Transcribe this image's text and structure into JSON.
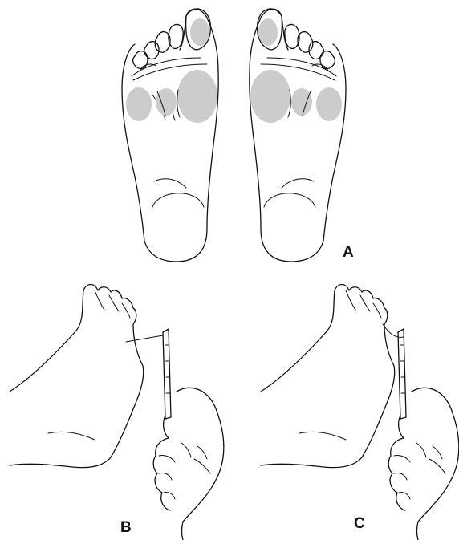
{
  "figure": {
    "panels": [
      {
        "id": "A",
        "label": "A"
      },
      {
        "id": "B",
        "label": "B"
      },
      {
        "id": "C",
        "label": "C"
      }
    ],
    "pressure_spot_color": "#cccccc",
    "line_color": "#111111"
  }
}
